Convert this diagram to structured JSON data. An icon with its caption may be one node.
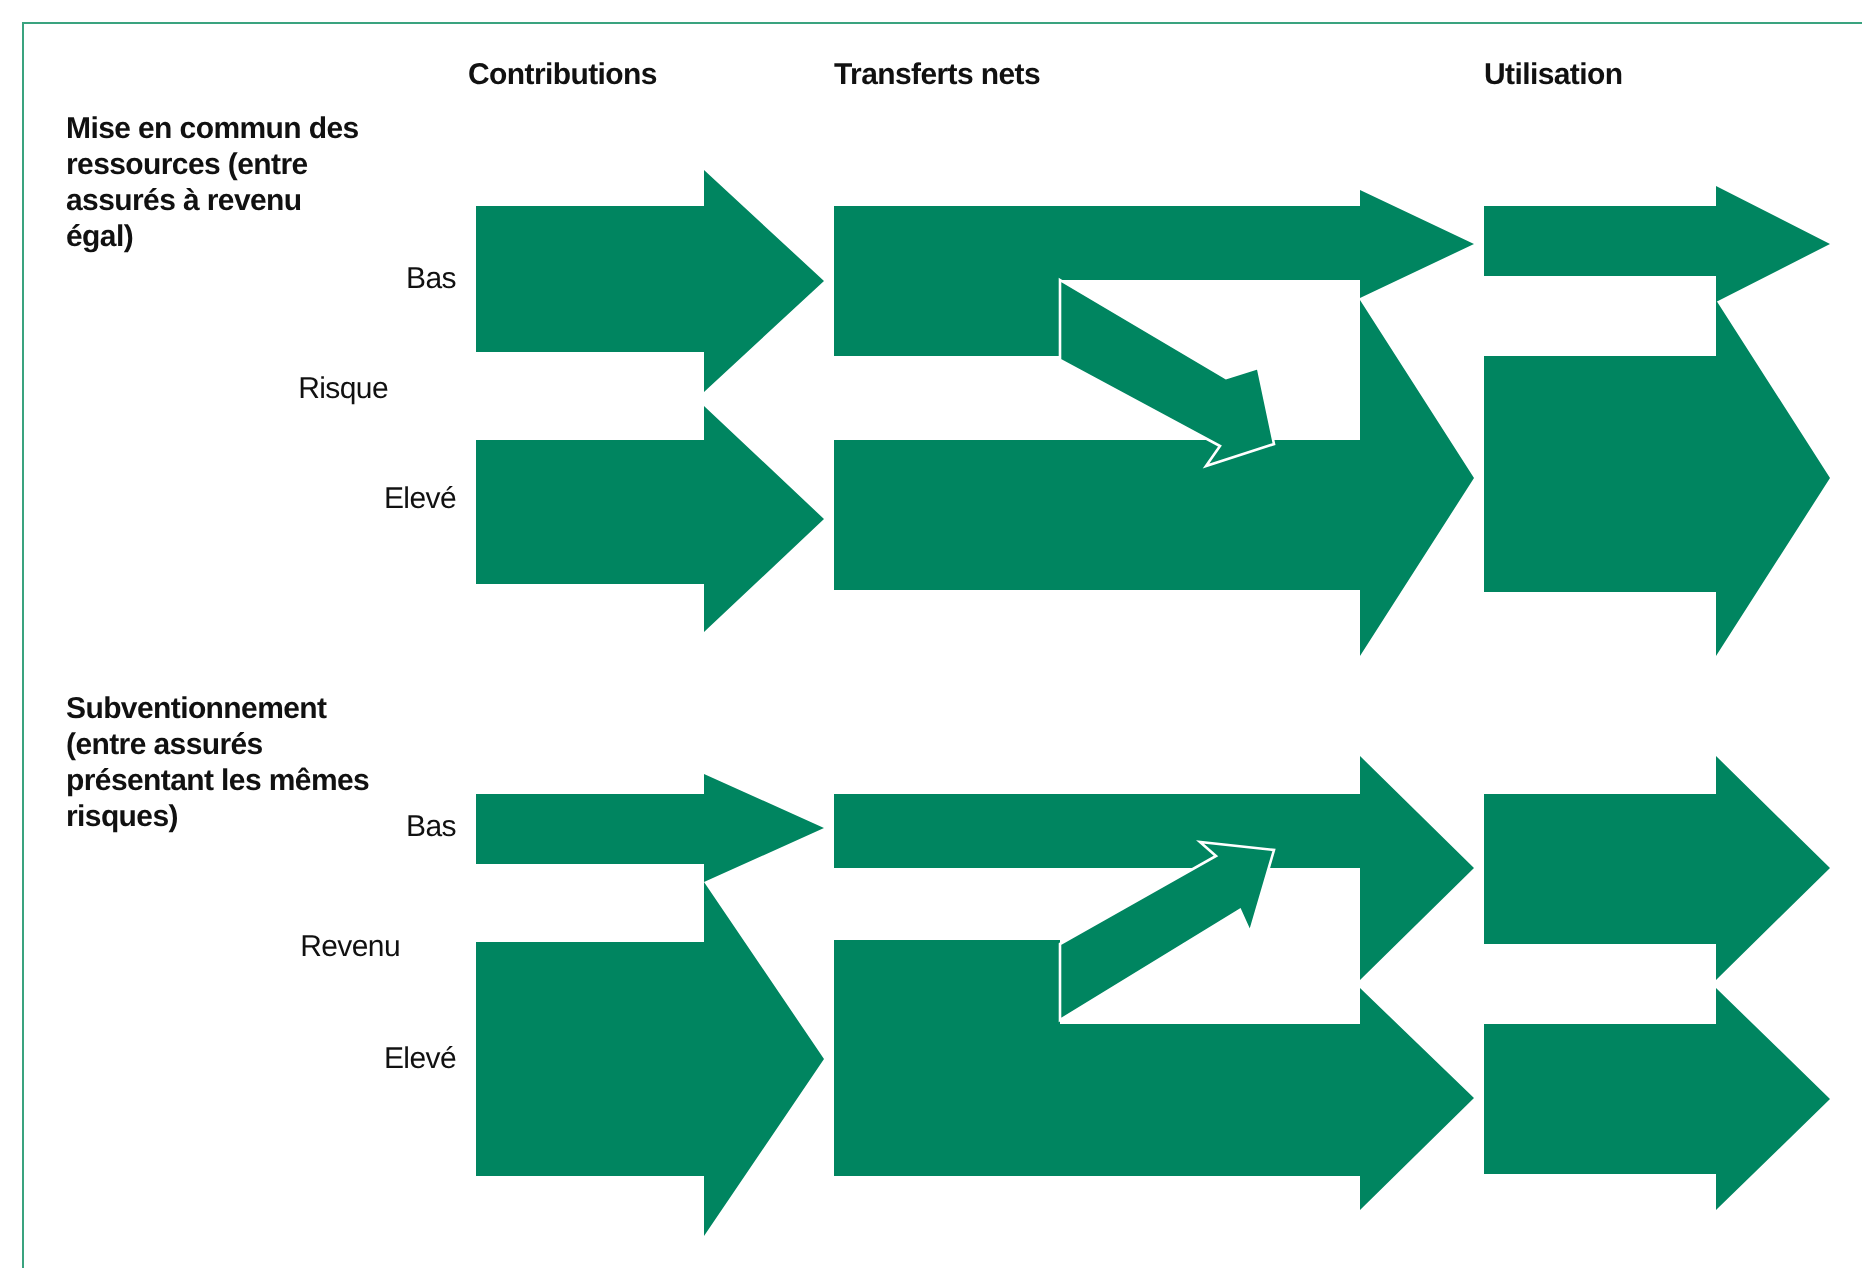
{
  "diagram": {
    "labels": [
      "Contributions",
      "Transferts nets",
      "Utilisation",
      "Mise en commun des ressources (entre assurés à revenu égal)",
      "Bas",
      "Risque",
      "Elevé",
      "Subventionnement (entre assurés présentant les mêmes risques)",
      "Bas",
      "Revenu",
      "Elevé"
    ]
  }
}
